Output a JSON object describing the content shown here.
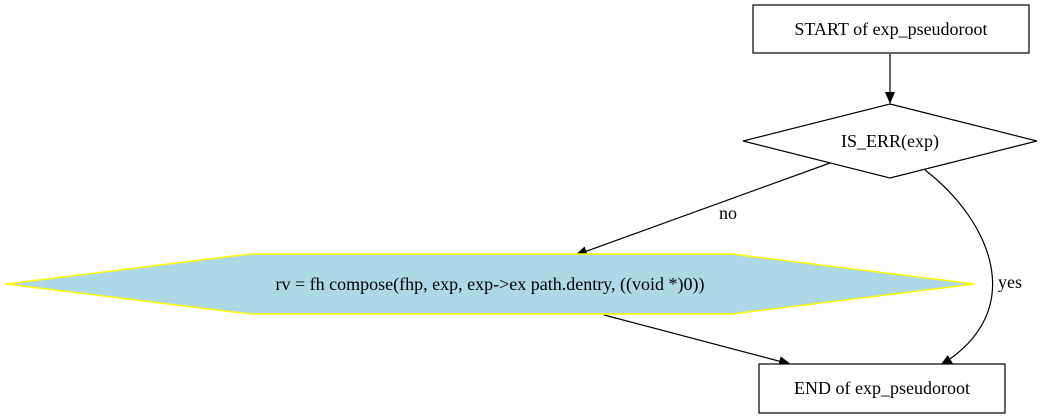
{
  "diagram": {
    "nodes": {
      "start": {
        "label": "START of exp_pseudoroot",
        "shape": "box"
      },
      "decision": {
        "label": "IS_ERR(exp)",
        "shape": "diamond"
      },
      "compose": {
        "label": "rv = fh  compose(fhp, exp, exp->ex  path.dentry, ((void *)0))",
        "shape": "hexagon"
      },
      "end": {
        "label": "END of exp_pseudoroot",
        "shape": "box"
      }
    },
    "edges": {
      "start_to_decision": {
        "label": ""
      },
      "decision_to_compose": {
        "label": "no"
      },
      "decision_to_end": {
        "label": "yes"
      },
      "compose_to_end": {
        "label": ""
      }
    },
    "colors": {
      "hexagon_fill": "#add8e6",
      "hexagon_stroke": "#ffff00",
      "stroke": "#000000",
      "background": "#ffffff"
    }
  }
}
